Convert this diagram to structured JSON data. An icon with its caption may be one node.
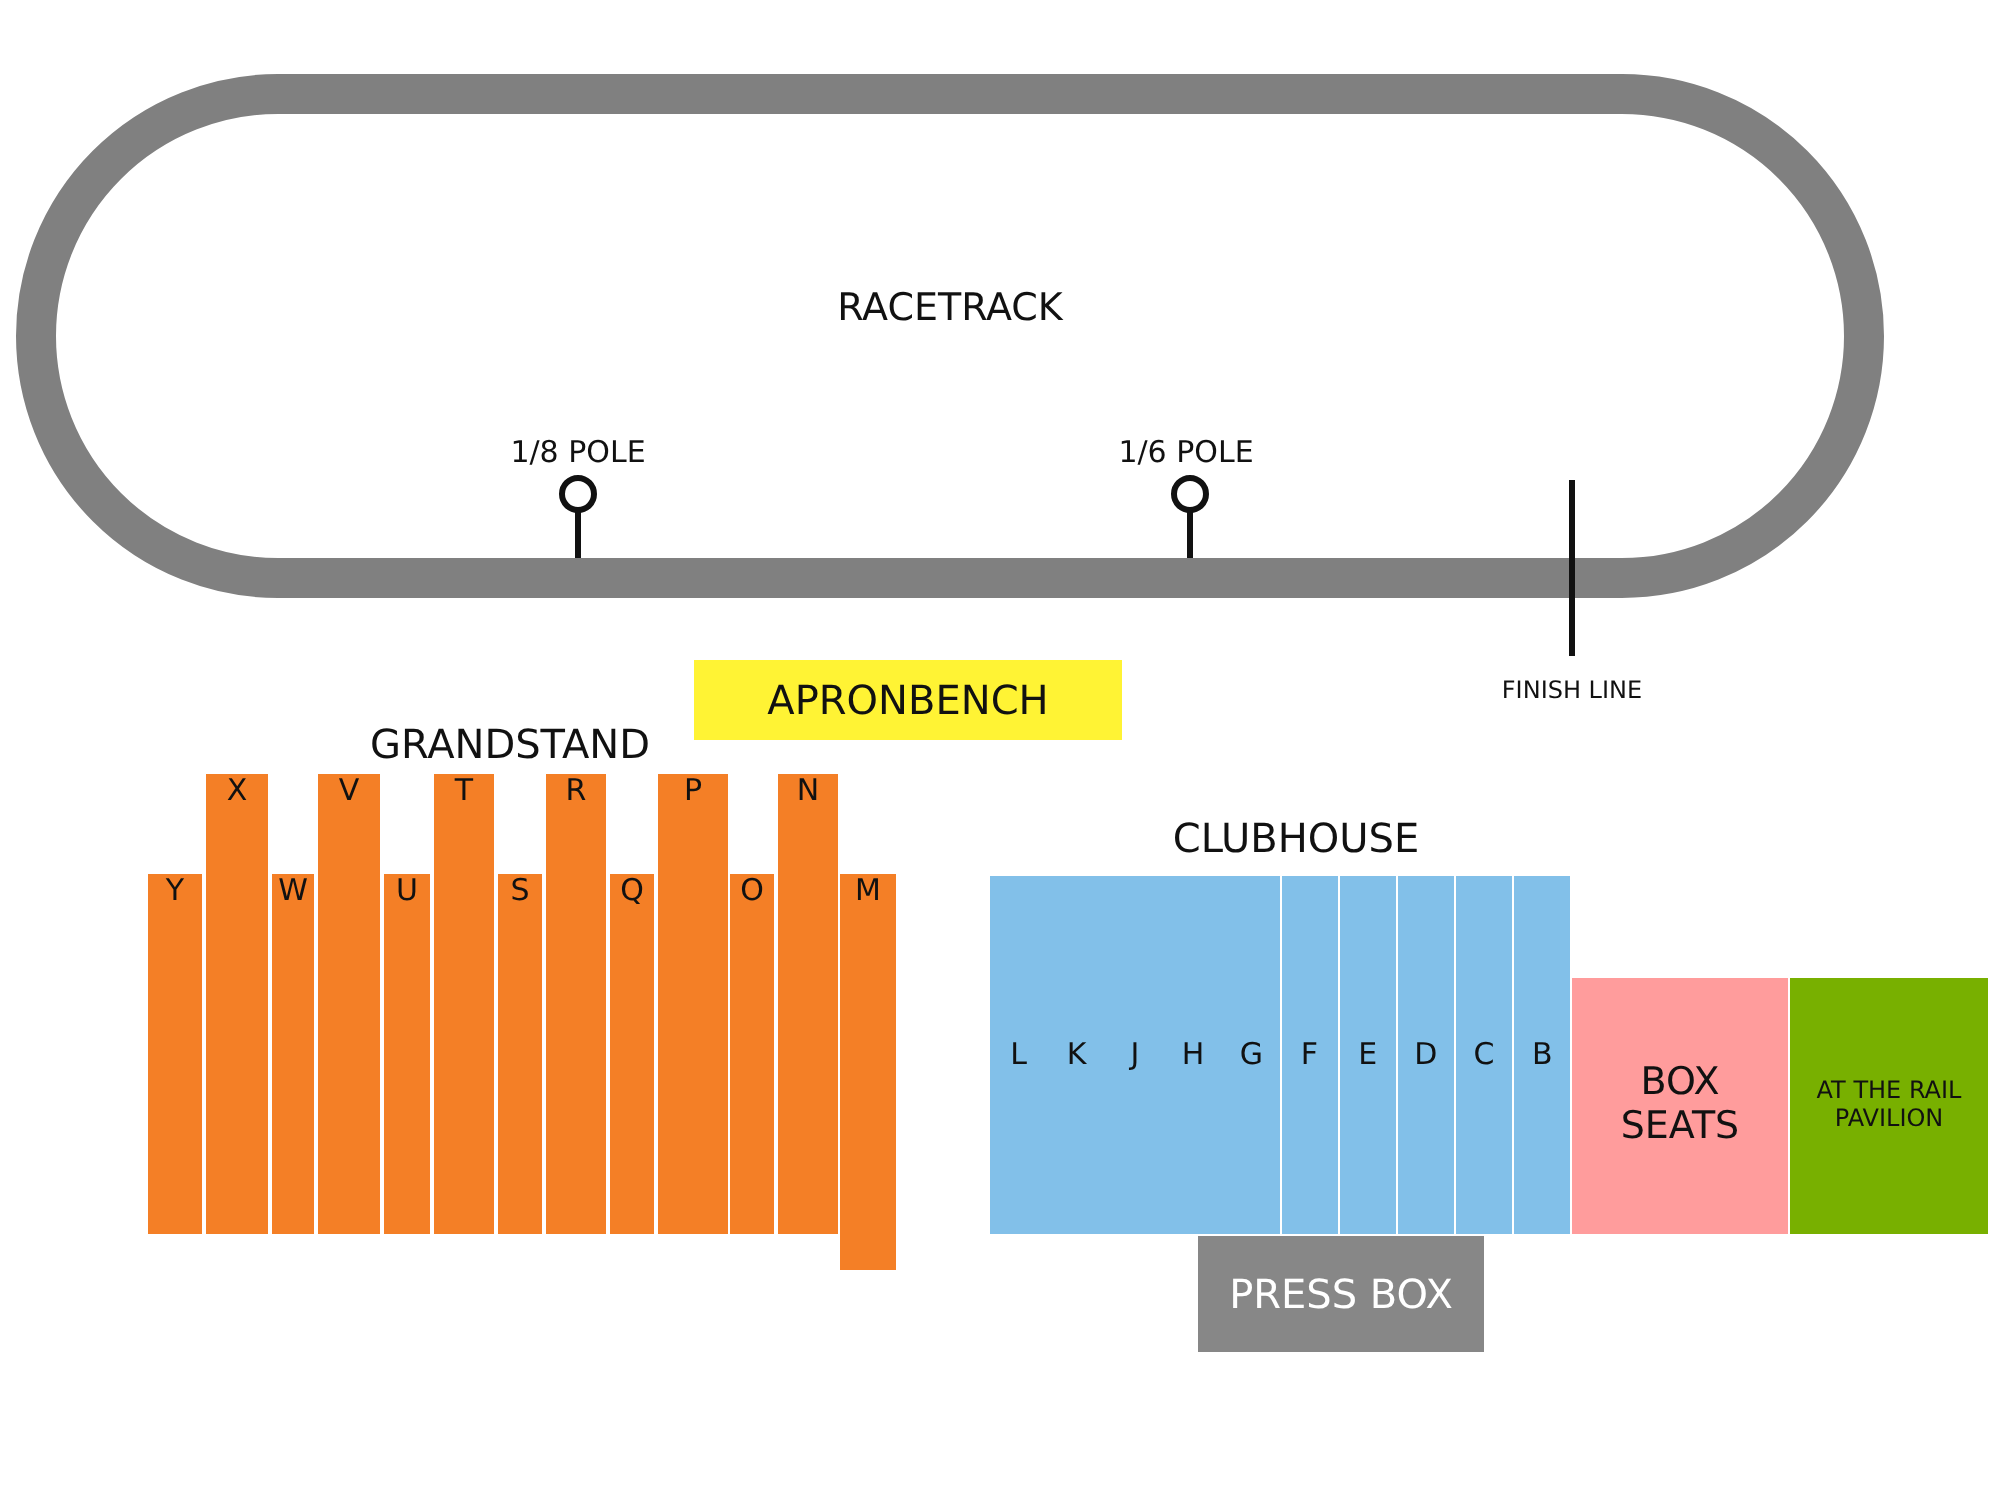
{
  "diagram": {
    "nodes": [
      {
        "text": [
          "RACETRACK"
        ]
      },
      {
        "text": [
          "APRONBENCH"
        ]
      },
      {
        "text": [
          "Y"
        ]
      },
      {
        "text": [
          "X"
        ]
      },
      {
        "text": [
          "W"
        ]
      },
      {
        "text": [
          "V"
        ]
      },
      {
        "text": [
          "U"
        ]
      },
      {
        "text": [
          "T"
        ]
      },
      {
        "text": [
          "S"
        ]
      },
      {
        "text": [
          "R"
        ]
      },
      {
        "text": [
          "Q"
        ]
      },
      {
        "text": [
          "P"
        ]
      },
      {
        "text": [
          "O"
        ]
      },
      {
        "text": [
          "N"
        ]
      },
      {
        "text": [
          "M"
        ]
      },
      {
        "text": [
          "L"
        ]
      },
      {
        "text": [
          "K"
        ]
      },
      {
        "text": [
          "J"
        ]
      },
      {
        "text": [
          "H"
        ]
      },
      {
        "text": [
          "G"
        ]
      },
      {
        "text": [
          "F"
        ]
      },
      {
        "text": [
          "E"
        ]
      },
      {
        "text": [
          "D"
        ]
      },
      {
        "text": [
          "C"
        ]
      },
      {
        "text": [
          "B"
        ]
      },
      {
        "text": [
          "BOX SEATS"
        ]
      },
      {
        "text": [
          "AT THE RAIL PAVILION"
        ]
      },
      {
        "text": [
          "PRESS BOX"
        ]
      }
    ],
    "labels": [
      "1/8 POLE",
      "1/6 POLE",
      "FINISH LINE",
      "GRANDSTAND",
      "CLUBHOUSE"
    ]
  }
}
